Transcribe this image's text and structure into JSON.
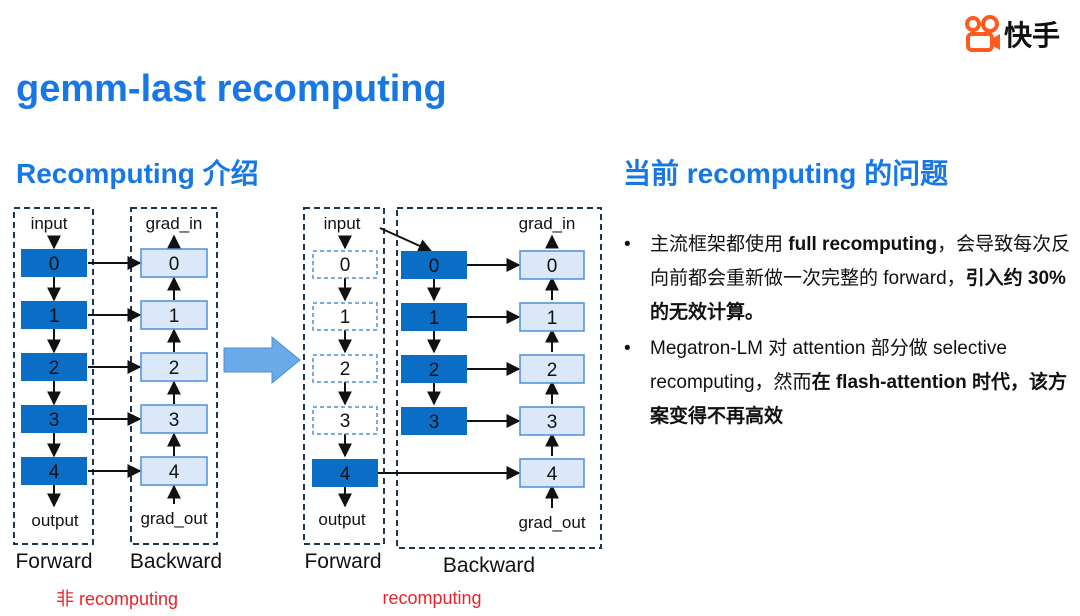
{
  "brand": {
    "name": "快手",
    "logo_icon": "kuaishou-logo-icon",
    "color": "#ff5a1f"
  },
  "title": "gemm-last recomputing",
  "left_section": {
    "heading": "Recomputing 介绍"
  },
  "right_section": {
    "heading": "当前 recomputing 的问题"
  },
  "diagram": {
    "layers": [
      "0",
      "1",
      "2",
      "3",
      "4"
    ],
    "input_label": "input",
    "output_label": "output",
    "grad_in_label": "grad_in",
    "grad_out_label": "grad_out",
    "forward_label": "Forward",
    "backward_label": "Backward",
    "non_recompute_caption": "非 recomputing",
    "recompute_caption": "recomputing",
    "colors": {
      "forward": "#0b6ec6",
      "backward_fill": "#dae8fa",
      "backward_stroke": "#4a90d9",
      "arrow": "#6aaae9",
      "caption": "#e8232a"
    }
  },
  "bullets": [
    {
      "before": "主流框架都使用 ",
      "bold1": "full recomputing",
      "middle": "，会导致每次反向前都会重新做一次完整的 forward，",
      "bold2": "引入约 30% 的无效计算。"
    },
    {
      "before": "Megatron-LM 对 attention 部分做 selective recomputing，然而",
      "bold1": "在 flash-attention 时代，该方案变得不再高效",
      "middle": "",
      "bold2": ""
    }
  ]
}
